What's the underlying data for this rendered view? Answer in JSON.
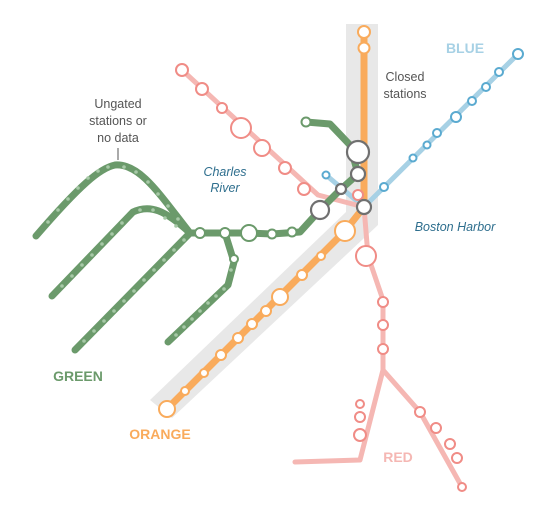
{
  "colors": {
    "green": "#6b9a6b",
    "green_stop": "#a7c9a7",
    "orange": "#f9ab5c",
    "red": "#f08c86",
    "red_light": "#f5b7b3",
    "blue": "#a7d1e5",
    "blue_stop": "#5aaad0",
    "closed_band": "#e8e8e8",
    "closed_stop": "#707070",
    "water_label": "#2f6f8e",
    "annotation": "#555555"
  },
  "lines": {
    "green": "GREEN",
    "orange": "ORANGE",
    "red": "RED",
    "blue": "BLUE"
  },
  "water": {
    "charles_river": [
      "Charles",
      "River"
    ],
    "boston_harbor": "Boston Harbor"
  },
  "annotations": {
    "ungated": [
      "Ungated",
      "stations or",
      "no data"
    ],
    "closed": [
      "Closed",
      "stations"
    ]
  },
  "legend_meaning": {
    "circle_size": "relative station ridership",
    "closed_stations": "grey circles on grey band"
  }
}
